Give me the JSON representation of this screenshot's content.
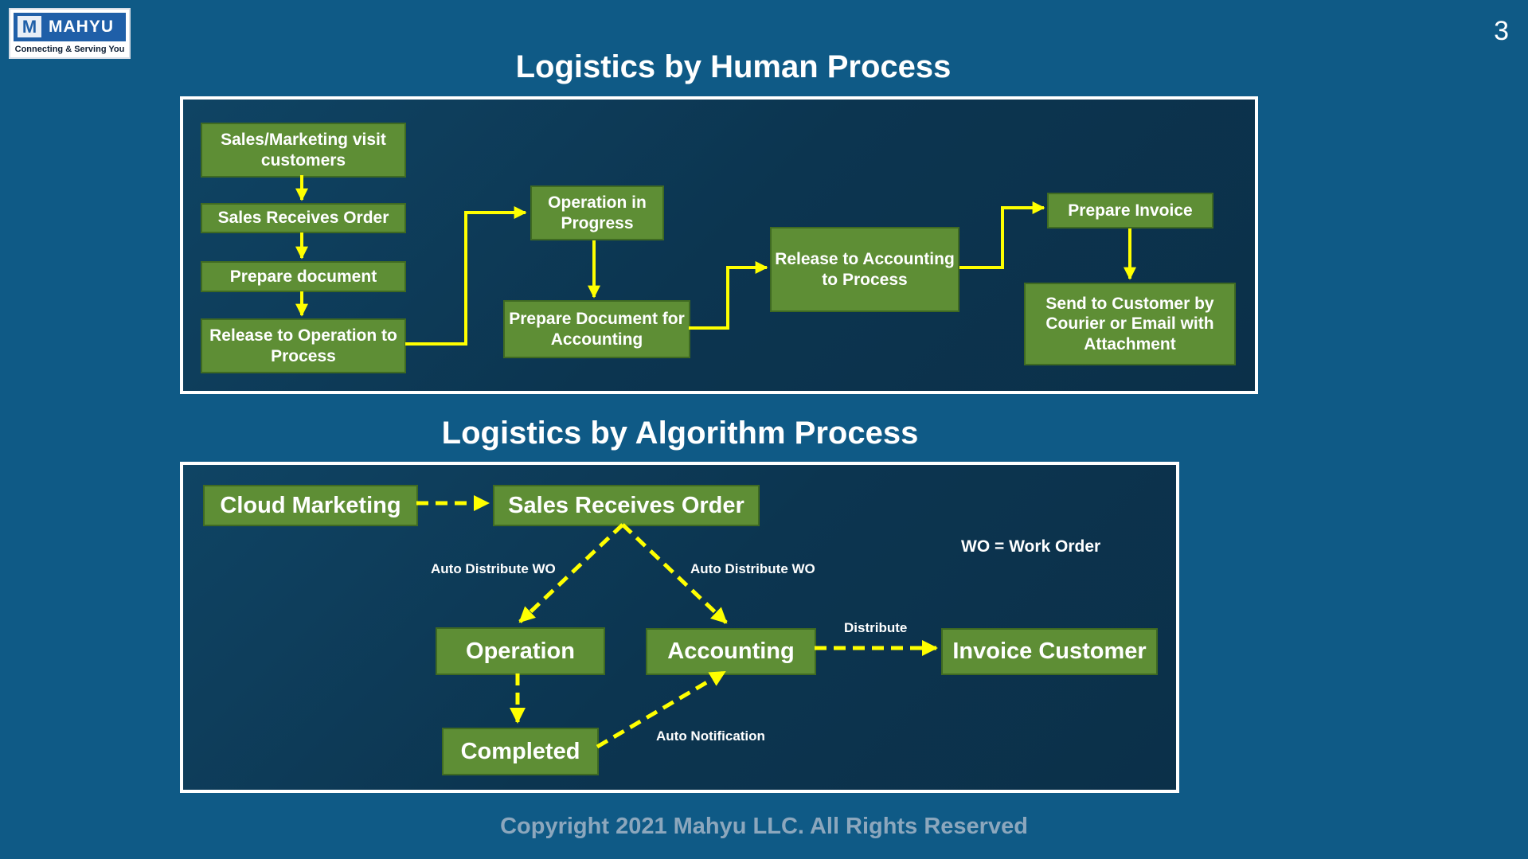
{
  "logo": {
    "mark": "M",
    "name": "MAHYU",
    "tagline": "Connecting & Serving You"
  },
  "page_number": "3",
  "human": {
    "title": "Logistics by Human Process",
    "boxes": {
      "sales_marketing": "Sales/Marketing visit customers",
      "sales_receives": "Sales Receives Order",
      "prepare_document": "Prepare document",
      "release_operation": "Release to Operation to Process",
      "operation_progress": "Operation in Progress",
      "prepare_doc_accounting": "Prepare Document for Accounting",
      "release_accounting": "Release to Accounting to Process",
      "prepare_invoice": "Prepare Invoice",
      "send_customer": "Send to Customer by Courier or Email with Attachment"
    }
  },
  "algorithm": {
    "title": "Logistics by Algorithm Process",
    "boxes": {
      "cloud_marketing": "Cloud Marketing",
      "sales_receives": "Sales Receives Order",
      "operation": "Operation",
      "accounting": "Accounting",
      "invoice_customer": "Invoice Customer",
      "completed": "Completed"
    },
    "labels": {
      "auto_distribute_left": "Auto Distribute WO",
      "auto_distribute_right": "Auto Distribute WO",
      "distribute": "Distribute",
      "auto_notification": "Auto Notification"
    },
    "legend": "WO = Work Order"
  },
  "footer": "Copyright 2021 Mahyu LLC. All Rights Reserved",
  "colors": {
    "background": "#0f5a86",
    "box": "#5e8e35",
    "connector": "#ffff00",
    "footer": "#8ca7bd"
  }
}
